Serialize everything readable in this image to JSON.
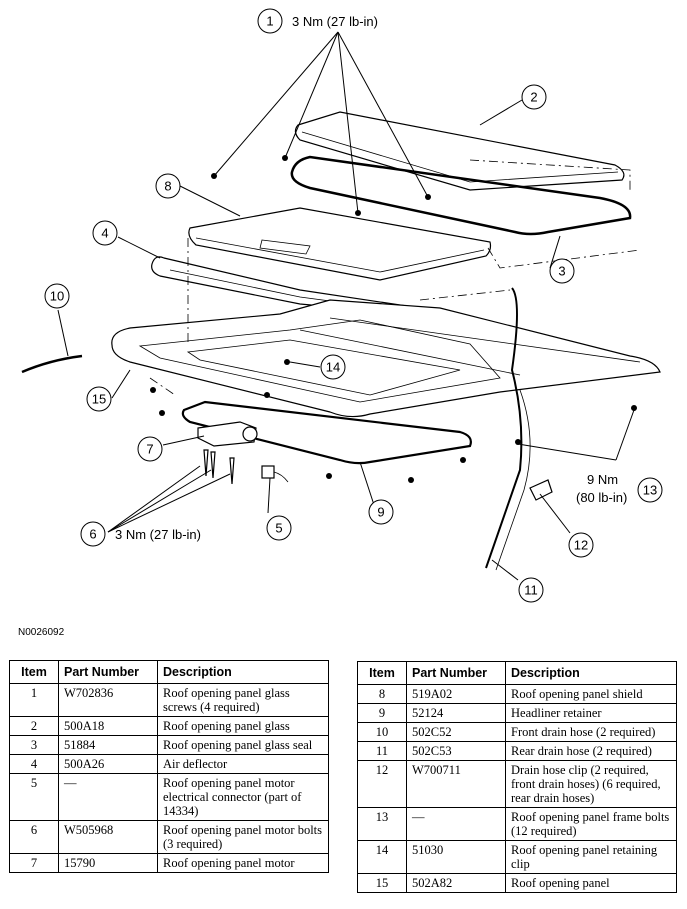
{
  "callouts": [
    {
      "num": "1",
      "torque": "3 Nm (27 lb-in)"
    },
    {
      "num": "2"
    },
    {
      "num": "3"
    },
    {
      "num": "4"
    },
    {
      "num": "5"
    },
    {
      "num": "6",
      "torque": "3 Nm (27 lb-in)"
    },
    {
      "num": "7"
    },
    {
      "num": "8"
    },
    {
      "num": "9"
    },
    {
      "num": "10"
    },
    {
      "num": "11"
    },
    {
      "num": "12"
    },
    {
      "num": "13",
      "torque_line1": "9 Nm",
      "torque_line2": "(80 lb-in)"
    },
    {
      "num": "14"
    },
    {
      "num": "15"
    }
  ],
  "figure_id": "N0026092",
  "table_headers": {
    "item": "Item",
    "part_number": "Part Number",
    "description": "Description"
  },
  "table_left": [
    {
      "item": "1",
      "part": "W702836",
      "desc": "Roof opening panel glass screws (4 required)"
    },
    {
      "item": "2",
      "part": "500A18",
      "desc": "Roof opening panel glass"
    },
    {
      "item": "3",
      "part": "51884",
      "desc": "Roof opening panel glass seal"
    },
    {
      "item": "4",
      "part": "500A26",
      "desc": "Air deflector"
    },
    {
      "item": "5",
      "part": "—",
      "desc": "Roof opening panel motor electrical connector (part of 14334)"
    },
    {
      "item": "6",
      "part": "W505968",
      "desc": "Roof opening panel motor bolts (3 required)"
    },
    {
      "item": "7",
      "part": "15790",
      "desc": "Roof opening panel motor"
    }
  ],
  "table_right": [
    {
      "item": "8",
      "part": "519A02",
      "desc": "Roof opening panel shield"
    },
    {
      "item": "9",
      "part": "52124",
      "desc": "Headliner retainer"
    },
    {
      "item": "10",
      "part": "502C52",
      "desc": "Front drain hose (2 required)"
    },
    {
      "item": "11",
      "part": "502C53",
      "desc": "Rear drain hose (2 required)"
    },
    {
      "item": "12",
      "part": "W700711",
      "desc": "Drain hose clip (2 required, front drain hoses) (6 required, rear drain hoses)"
    },
    {
      "item": "13",
      "part": "—",
      "desc": "Roof opening panel frame bolts (12 required)"
    },
    {
      "item": "14",
      "part": "51030",
      "desc": "Roof opening panel retaining clip"
    },
    {
      "item": "15",
      "part": "502A82",
      "desc": "Roof opening panel"
    }
  ]
}
